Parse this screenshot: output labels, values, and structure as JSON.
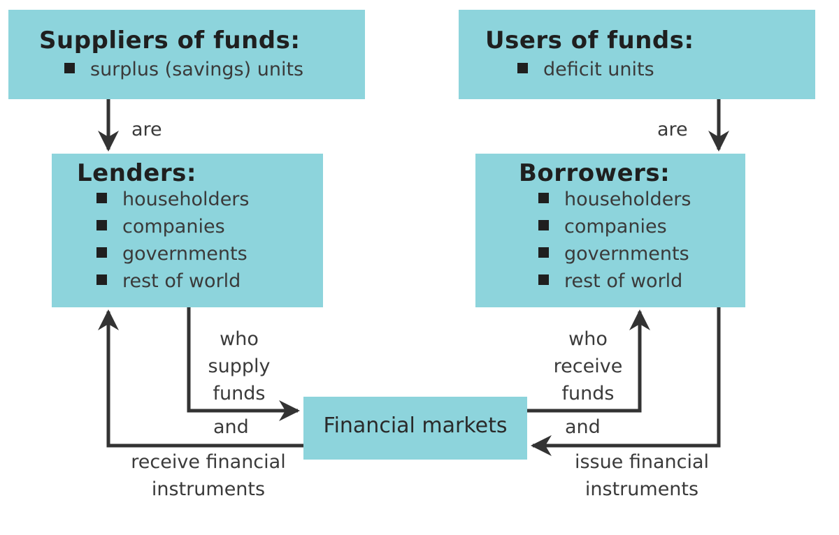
{
  "suppliers": {
    "title": "Suppliers of funds:",
    "items": [
      "surplus (savings) units"
    ]
  },
  "users": {
    "title": "Users of funds:",
    "items": [
      "deficit units"
    ]
  },
  "lenders": {
    "title": "Lenders:",
    "items": [
      "householders",
      "companies",
      "governments",
      "rest of world"
    ]
  },
  "borrowers": {
    "title": "Borrowers:",
    "items": [
      "householders",
      "companies",
      "governments",
      "rest of world"
    ]
  },
  "markets": {
    "title": "Financial markets"
  },
  "labels": {
    "are_left": "are",
    "are_right": "are",
    "who_supply": [
      "who",
      "supply",
      "funds"
    ],
    "and_left": "and",
    "receive_instruments": [
      "receive financial",
      "instruments"
    ],
    "who_receive": [
      "who",
      "receive",
      "funds"
    ],
    "and_right": "and",
    "issue_instruments": [
      "issue financial",
      "instruments"
    ]
  },
  "colors": {
    "box_fill": "#8dd4dc",
    "arrow": "#333333",
    "text": "#3a3a3a"
  }
}
